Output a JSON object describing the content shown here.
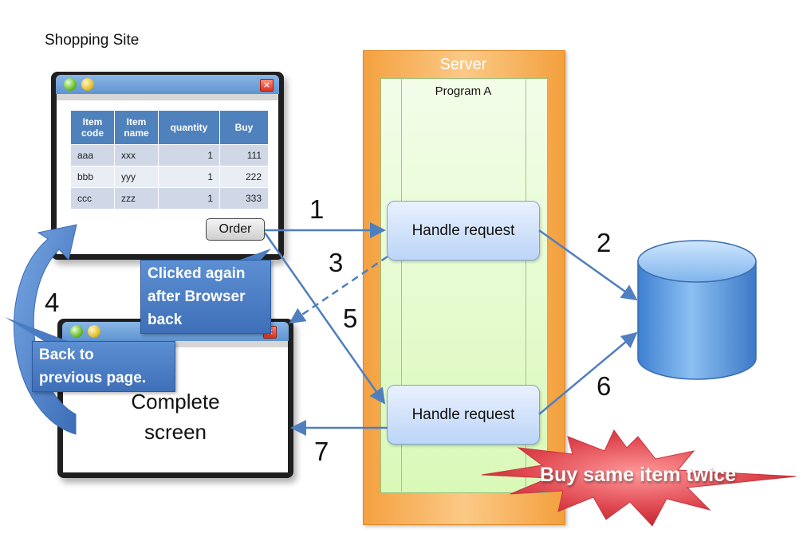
{
  "title": "Shopping Site",
  "server": {
    "label": "Server",
    "program_label": "Program A"
  },
  "handle_request_1": "Handle request",
  "handle_request_2": "Handle request",
  "table": {
    "headers": [
      "Item code",
      "Item name",
      "quantity",
      "Buy"
    ],
    "rows": [
      [
        "aaa",
        "xxx",
        "1",
        "111"
      ],
      [
        "bbb",
        "yyy",
        "1",
        "222"
      ],
      [
        "ccc",
        "zzz",
        "1",
        "333"
      ]
    ]
  },
  "order_button": "Order",
  "complete_screen": [
    "Complete",
    "screen"
  ],
  "callouts": {
    "clicked_again": [
      "Clicked again",
      "after Browser",
      "back"
    ],
    "back_to_prev": [
      "Back to",
      "previous page."
    ]
  },
  "steps": [
    "1",
    "2",
    "3",
    "4",
    "5",
    "6",
    "7"
  ],
  "burst_text": "Buy same item twice",
  "colors": {
    "server": "#f4a140",
    "program": "#e5fbcc",
    "handle": "#c9dcf9",
    "arrow": "#4f7fbe",
    "callout": "#4a7cc4",
    "database": "#5b9be0",
    "burst": "#e2434b"
  }
}
